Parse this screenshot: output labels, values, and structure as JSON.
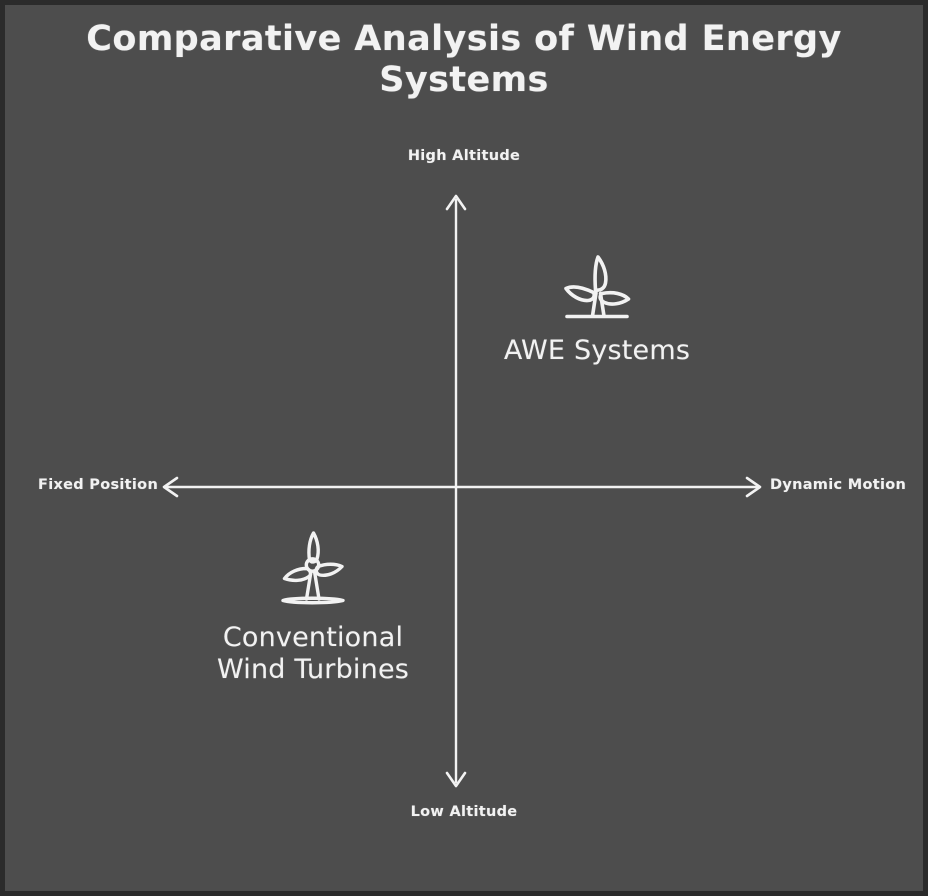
{
  "title": "Comparative Analysis of Wind Energy\nSystems",
  "colors": {
    "background": "#4d4d4d",
    "border": "#2b2b2b",
    "foreground": "#f2f2f2",
    "axis": "#f2f2f2"
  },
  "axes": {
    "vertical": {
      "top_label": "High Altitude",
      "bottom_label": "Low Altitude"
    },
    "horizontal": {
      "left_label": "Fixed Position",
      "right_label": "Dynamic Motion"
    }
  },
  "quadrant_items": [
    {
      "key": "awe",
      "label": "AWE Systems",
      "icon": "wind-turbine-icon",
      "quadrant": "upper-right"
    },
    {
      "key": "conventional",
      "label": "Conventional\nWind Turbines",
      "icon": "wind-turbine-icon",
      "quadrant": "lower-left"
    }
  ],
  "chart_data": {
    "type": "scatter",
    "title": "Comparative Analysis of Wind Energy Systems",
    "xlabel": "",
    "ylabel": "",
    "xlim": [
      -1,
      1
    ],
    "ylim": [
      -1,
      1
    ],
    "grid": false,
    "legend": "none",
    "axis_annotations": {
      "x_negative": "Fixed Position",
      "x_positive": "Dynamic Motion",
      "y_positive": "High Altitude",
      "y_negative": "Low Altitude"
    },
    "points": [
      {
        "label": "AWE Systems",
        "x": 0.47,
        "y": 0.53,
        "quadrant": "upper-right"
      },
      {
        "label": "Conventional Wind Turbines",
        "x": -0.47,
        "y": -0.27,
        "quadrant": "lower-left"
      }
    ]
  }
}
